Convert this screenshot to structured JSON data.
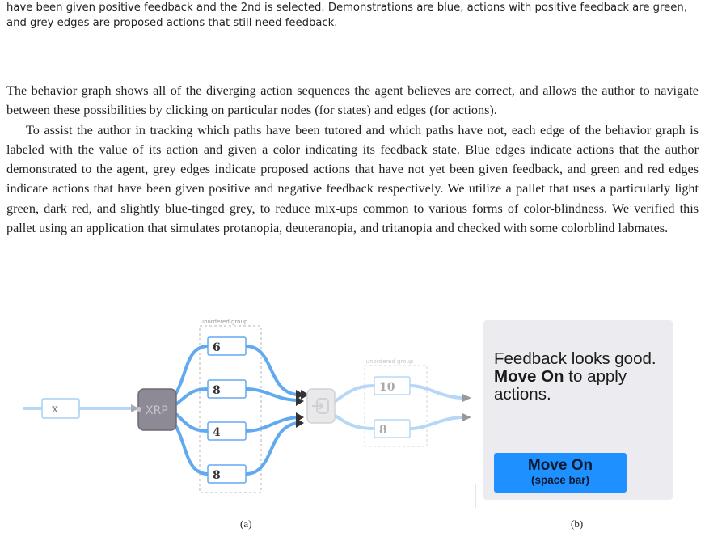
{
  "caption_tail": "have been given positive feedback and the 2nd is selected. Demonstrations are blue, actions with positive feedback are green, and grey edges are proposed actions that still need feedback.",
  "paragraphs": [
    "The behavior graph shows all of the diverging action sequences the agent believes are correct, and allows the author to navigate between these possibilities by clicking on particular nodes (for states) and edges (for actions).",
    "To assist the author in tracking which paths have been tutored and which paths have not, each edge of the behavior graph is labeled with the value of its action and given a color indicating its feedback state. Blue edges indicate actions that the author demonstrated to the agent, grey edges indicate proposed actions that have not yet been given feedback, and green and red edges indicate actions that have been given positive and negative feedback respectively. We utilize a pallet that uses a particularly light green, dark red, and slightly blue-tinged grey, to reduce mix-ups common to various forms of color-blindness. We verified this pallet using an application that simulates protanopia, deuteranopia, and tritanopia and checked with some colorblind labmates."
  ],
  "graph": {
    "group1_label": "unordered group",
    "group2_label": "unordered group",
    "start_label": "x",
    "node_label": "XRP",
    "group1_values": [
      "6",
      "8",
      "4",
      "8"
    ],
    "group2_values": [
      "10",
      "8"
    ],
    "colors": {
      "demo_blue": "#62aaf0",
      "faded_blue": "#b6d8f6",
      "node_grey": "#8e8a95"
    }
  },
  "panel": {
    "message_rest_1": "Feedback looks good.",
    "message_bold": "Move On",
    "message_rest_2": " to apply actions.",
    "button_label": "Move On",
    "button_sub": "(space bar)",
    "button_color": "#1e90ff"
  },
  "sublabels": {
    "a": "(a)",
    "b": "(b)"
  }
}
